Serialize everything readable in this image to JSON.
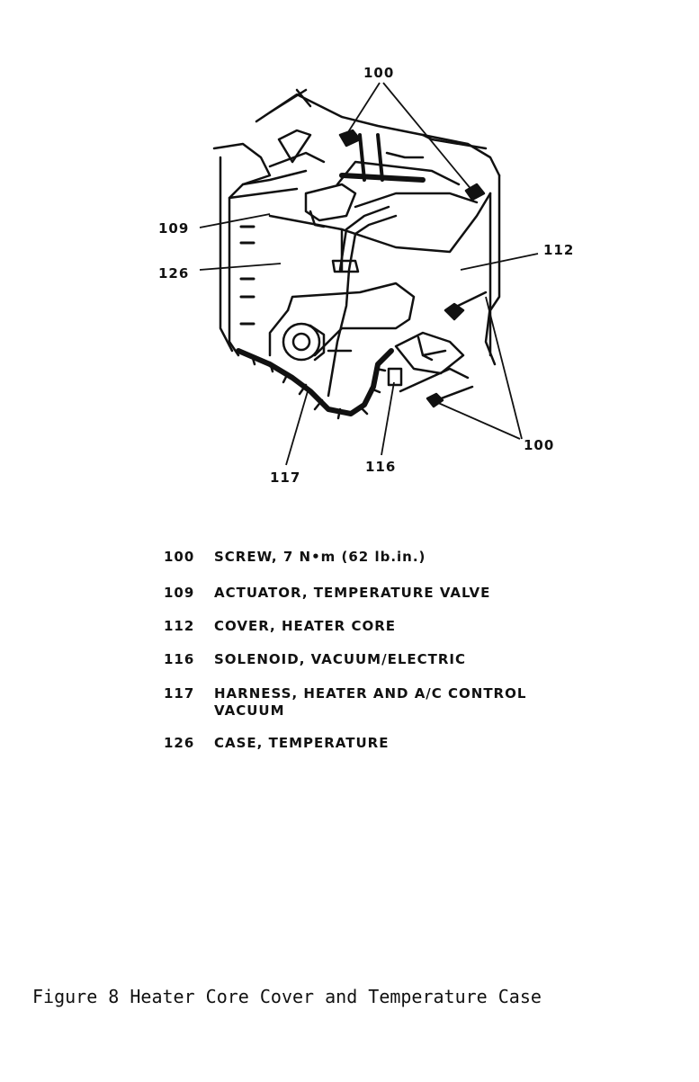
{
  "callouts": {
    "top_100": "100",
    "c109": "109",
    "c126": "126",
    "c112": "112",
    "bottom_100": "100",
    "c117": "117",
    "c116": "116"
  },
  "legend": [
    {
      "number": "100",
      "description": "SCREW, 7 N•m (62 lb.in.)"
    },
    {
      "number": "109",
      "description": "ACTUATOR, TEMPERATURE VALVE"
    },
    {
      "number": "112",
      "description": "COVER, HEATER CORE"
    },
    {
      "number": "116",
      "description": "SOLENOID, VACUUM/ELECTRIC"
    },
    {
      "number": "117",
      "description": "HARNESS, HEATER AND A/C CONTROL\nVACUUM"
    },
    {
      "number": "126",
      "description": "CASE, TEMPERATURE"
    }
  ],
  "caption": "Figure 8 Heater Core Cover and Temperature Case"
}
